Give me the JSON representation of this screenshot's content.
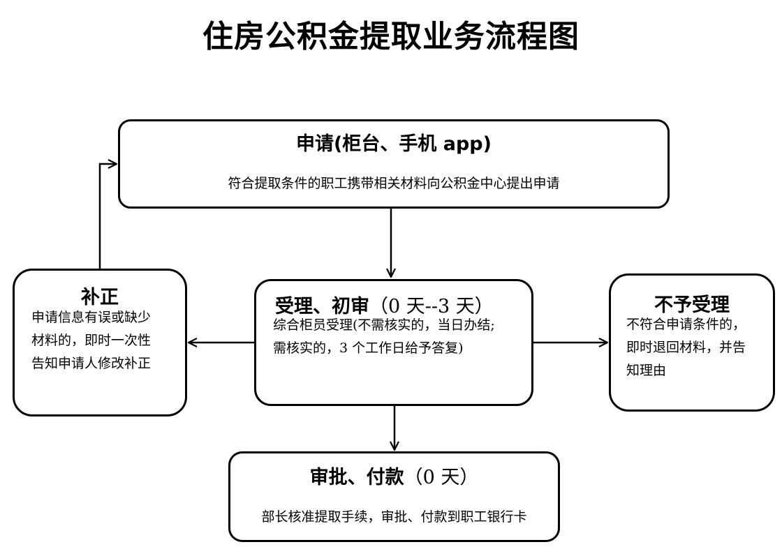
{
  "title": "住房公积金提取业务流程图",
  "nodes": {
    "apply": {
      "title": "申请(柜台、手机 app)",
      "text": "符合提取条件的职工携带相关材料向公积金中心提出申请"
    },
    "correction": {
      "title": "补正",
      "lines": [
        "申请信息有误或缺少",
        "材料的，即时一次性",
        "告知申请人修改补正"
      ]
    },
    "review": {
      "title": "受理、初审",
      "duration": "（0 天--3 天）",
      "lines": [
        "综合柜员受理(不需核实的，当日办结;",
        "需核实的，3 个工作日给予答复)"
      ]
    },
    "reject": {
      "title": "不予受理",
      "lines": [
        "不符合申请条件的，",
        "即时退回材料，并告",
        "知理由"
      ]
    },
    "approve": {
      "title": "审批、付款",
      "duration": "（0 天）",
      "text": "部长核准提取手续，审批、付款到职工银行卡"
    }
  },
  "edges": [
    {
      "from": "apply",
      "to": "review"
    },
    {
      "from": "review",
      "to": "correction"
    },
    {
      "from": "review",
      "to": "reject"
    },
    {
      "from": "review",
      "to": "approve"
    },
    {
      "from": "correction",
      "to": "apply"
    }
  ]
}
